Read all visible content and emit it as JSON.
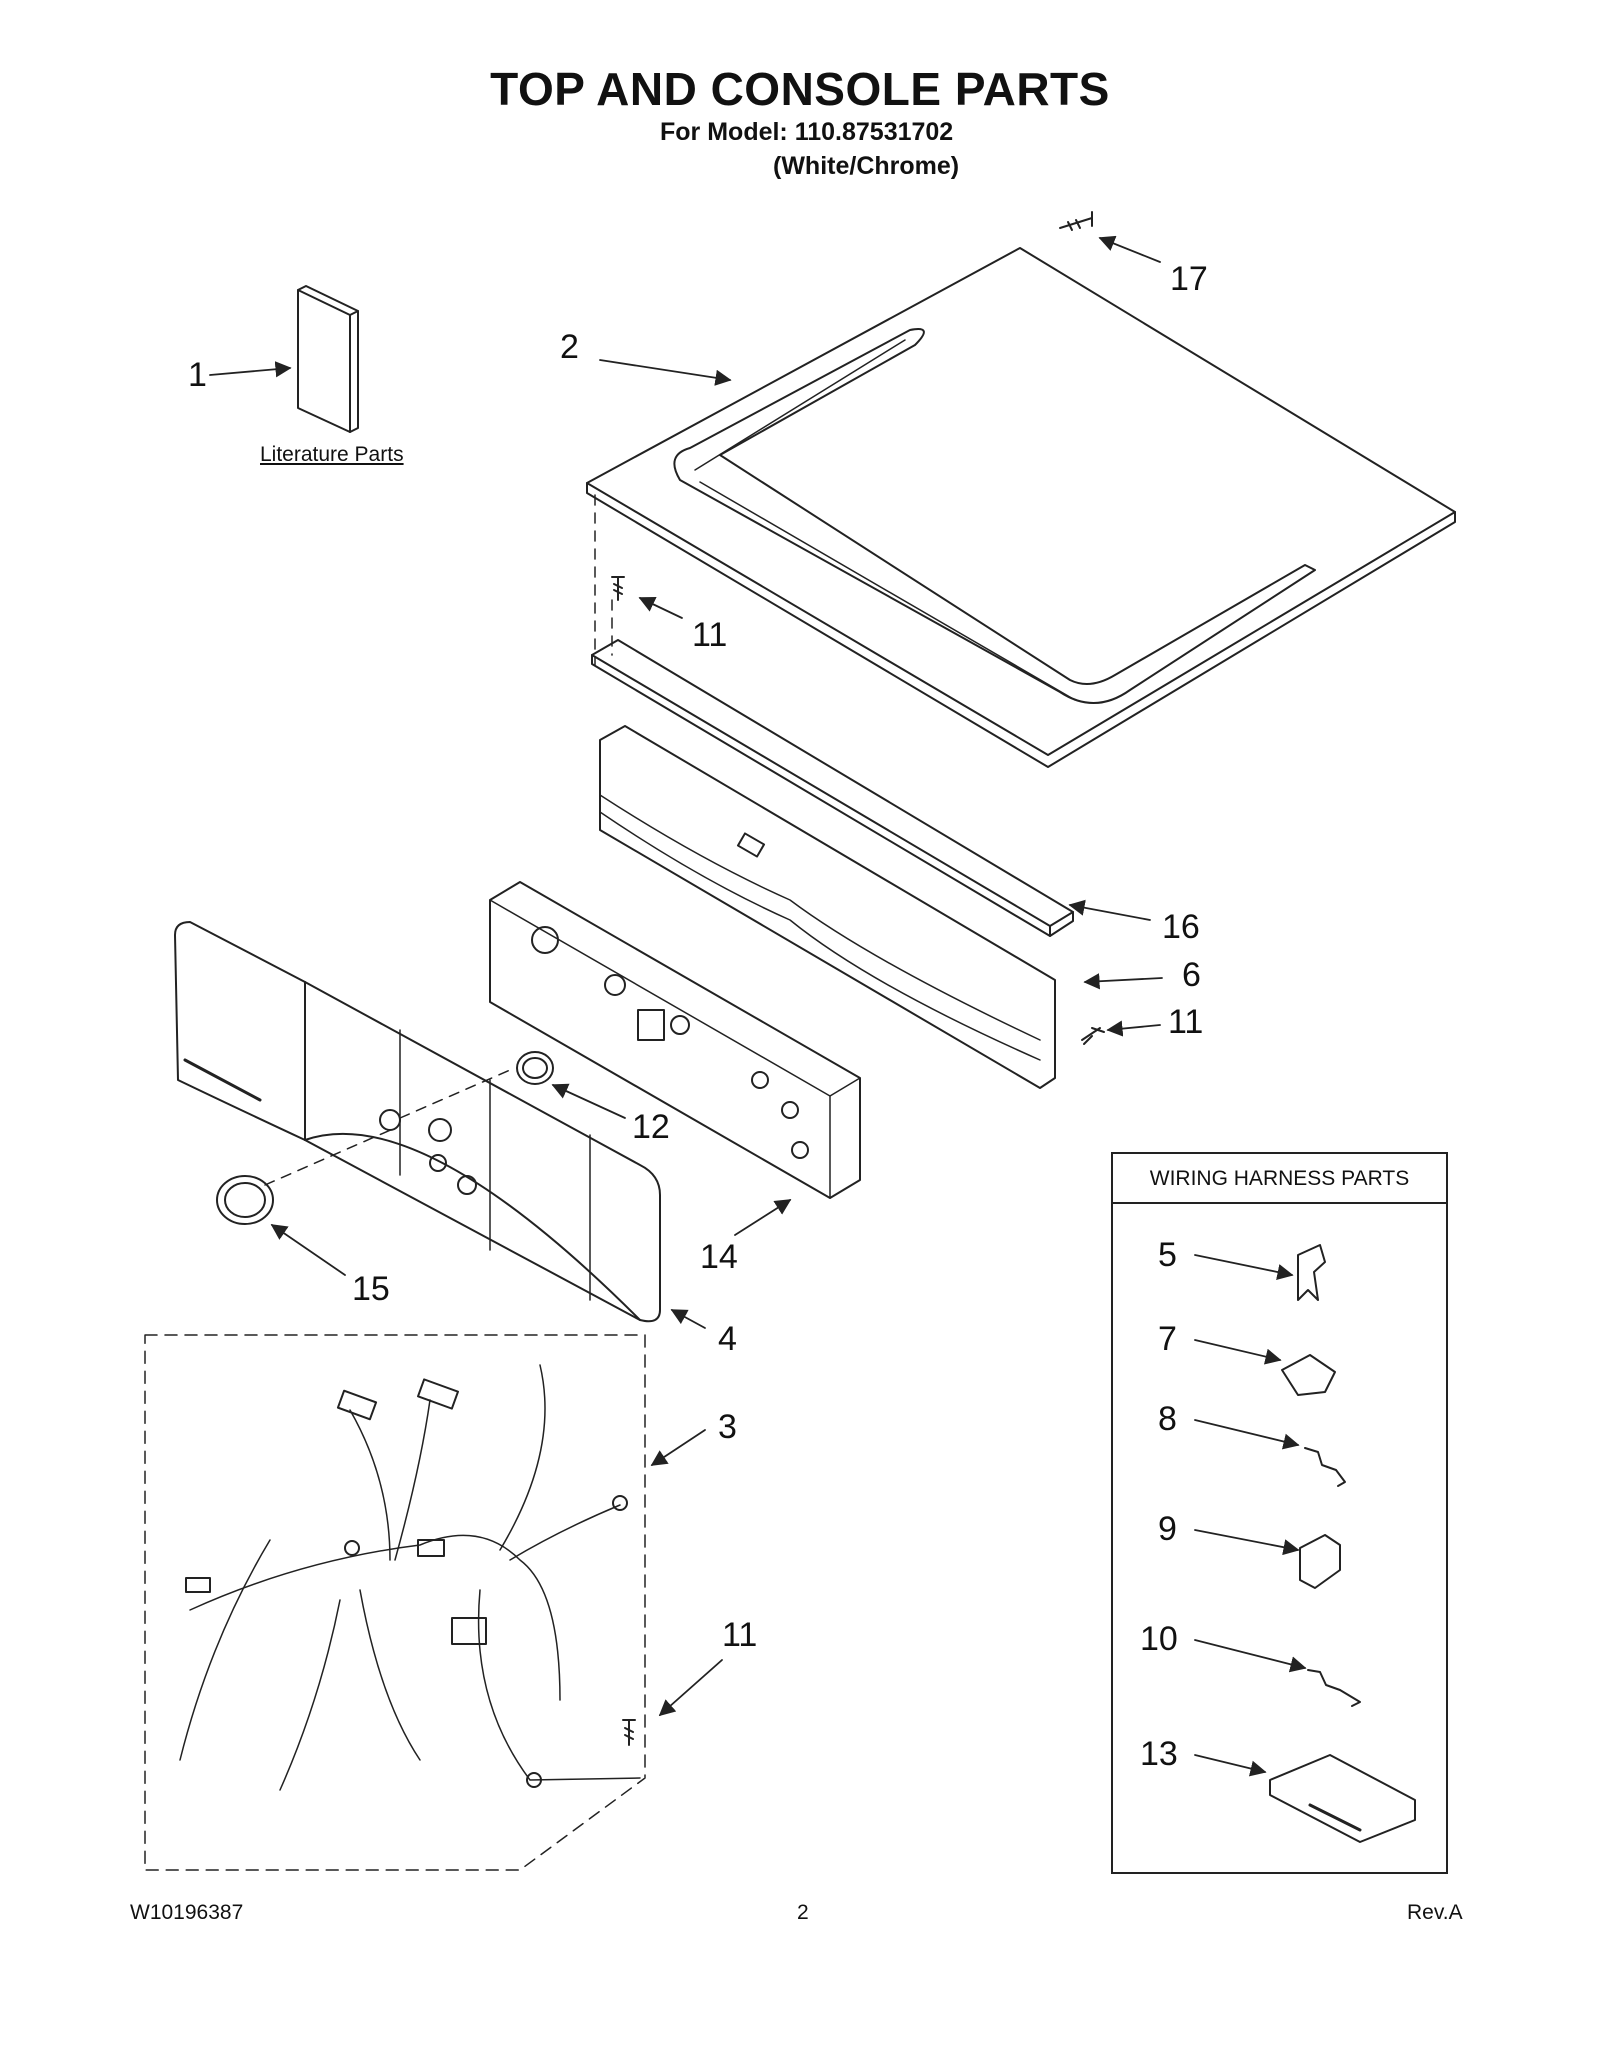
{
  "header": {
    "title": "TOP AND CONSOLE PARTS",
    "model_line": "For Model: 110.87531702",
    "variant": "(White/Chrome)"
  },
  "literature": {
    "label": "Literature Parts"
  },
  "wiring_box": {
    "header": "WIRING HARNESS PARTS"
  },
  "callouts": {
    "c1": "1",
    "c2": "2",
    "c3": "3",
    "c4": "4",
    "c6": "6",
    "c11a": "11",
    "c11b": "11",
    "c11c": "11",
    "c12": "12",
    "c14": "14",
    "c15": "15",
    "c16": "16",
    "c17": "17",
    "w5": "5",
    "w7": "7",
    "w8": "8",
    "w9": "9",
    "w10": "10",
    "w13": "13"
  },
  "footer": {
    "doc_number": "W10196387",
    "page": "2",
    "revision": "Rev.A"
  }
}
